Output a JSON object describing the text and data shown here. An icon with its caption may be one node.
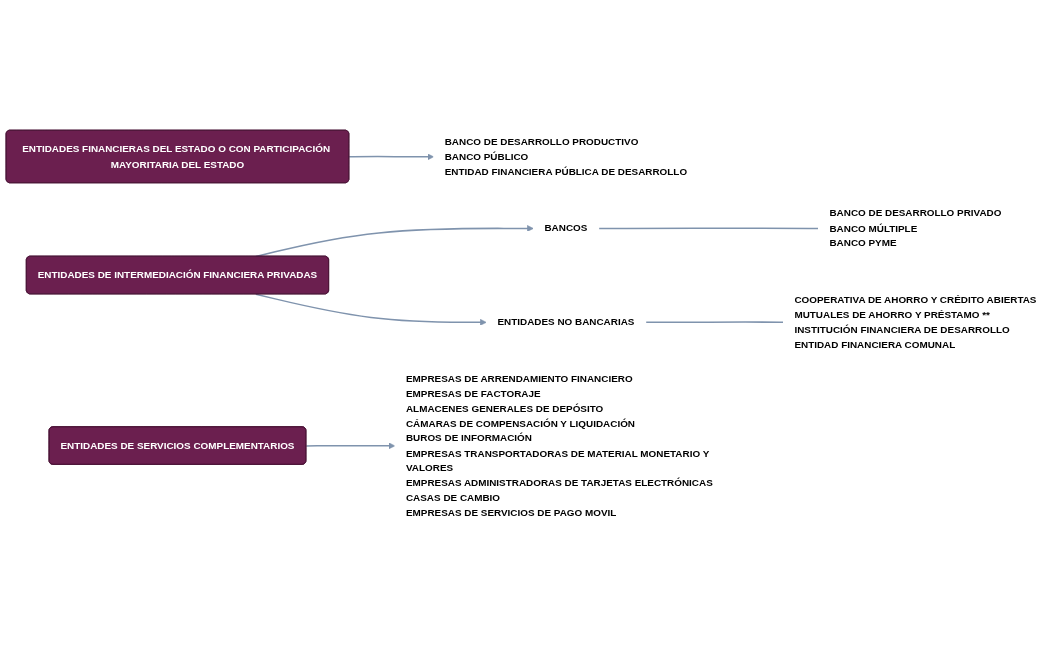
{
  "diagram": {
    "nodes": [
      {
        "text": [
          "ENTIDADES FINANCIERAS DEL ESTADO O CON PARTICIPACIÓN MAYORITARIA DEL ESTADO"
        ]
      },
      {
        "text": [
          "BANCO DE DESARROLLO PRODUCTIVO",
          "BANCO PÚBLICO",
          "ENTIDAD FINANCIERA PÚBLICA DE DESARROLLO"
        ]
      },
      {
        "text": [
          "ENTIDADES DE INTERMEDIACIÓN FINANCIERA PRIVADAS"
        ]
      },
      {
        "text": [
          "BANCOS"
        ]
      },
      {
        "text": [
          "BANCO DE DESARROLLO PRIVADO",
          "BANCO MÚLTIPLE",
          "BANCO PYME"
        ]
      },
      {
        "text": [
          "ENTIDADES NO BANCARIAS"
        ]
      },
      {
        "text": [
          "COOPERATIVA DE AHORRO Y CRÉDITO ABIERTAS",
          "MUTUALES DE AHORRO Y PRÉSTAMO **",
          "INSTITUCIÓN FINANCIERA DE DESARROLLO",
          "ENTIDAD FINANCIERA COMUNAL"
        ]
      },
      {
        "text": [
          "ENTIDADES DE SERVICIOS COMPLEMENTARIOS"
        ]
      },
      {
        "text": [
          "EMPRESAS DE ARRENDAMIENTO FINANCIERO",
          "EMPRESAS DE FACTORAJE",
          "ALMACENES GENERALES DE DEPÓSITO",
          "CÁMARAS DE COMPENSACIÓN Y LIQUIDACIÓN",
          "BUROS DE INFORMACIÓN",
          "EMPRESAS TRANSPORTADORAS DE MATERIAL MONETARIO Y VALORES",
          "EMPRESAS ADMINISTRADORAS DE TARJETAS ELECTRÓNICAS",
          "CASAS DE CAMBIO",
          "EMPRESAS DE SERVICIOS DE PAGO MOVIL"
        ]
      }
    ],
    "edges": [
      {
        "from": 0,
        "to": 1,
        "arrow": "to"
      },
      {
        "from": 2,
        "to": 3,
        "arrow": "to"
      },
      {
        "from": 2,
        "to": 5,
        "arrow": "to"
      },
      {
        "from": 3,
        "to": 4,
        "arrow": "none"
      },
      {
        "from": 5,
        "to": 6,
        "arrow": "none"
      },
      {
        "from": 7,
        "to": 8,
        "arrow": "to"
      }
    ]
  }
}
